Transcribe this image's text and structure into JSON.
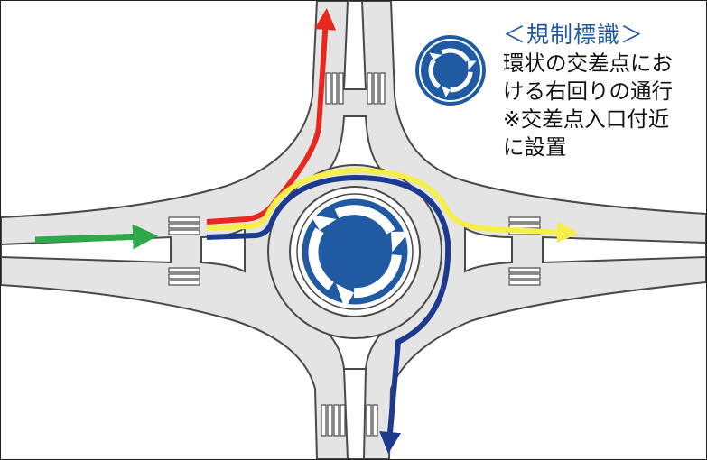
{
  "legend": {
    "title": "＜規制標識＞",
    "lines": [
      "環状の交差点にお",
      "ける右回りの通行",
      "※交差点入口付近",
      "に設置"
    ]
  },
  "colors": {
    "road": "#e3e4e3",
    "road_edge": "#4a4a4a",
    "sign_blue": "#1f5aa3",
    "title_blue": "#1f5aa3",
    "route_green": "#2ea84a",
    "route_red": "#e8281f",
    "route_yellow": "#f6ee4a",
    "route_navy": "#1c3a8e"
  },
  "icons": {
    "large_sign": "roundabout-regulatory-sign-icon",
    "small_sign": "roundabout-regulatory-sign-icon"
  }
}
